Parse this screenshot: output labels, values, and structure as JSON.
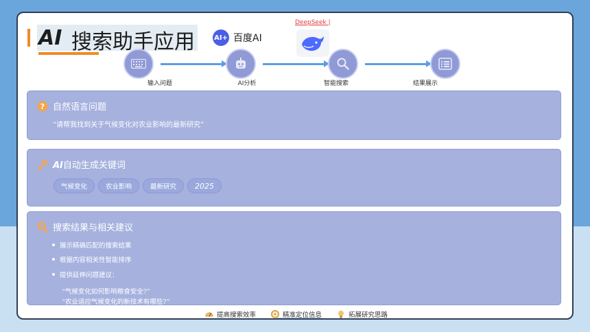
{
  "title": {
    "ai": "AI",
    "rest": "搜索助手应用"
  },
  "logos": {
    "baidu_mark": "AI+",
    "baidu_text": "百度AI",
    "deepseek_label": "DeepSeek |"
  },
  "flow": [
    {
      "label": "输入问题",
      "icon": "keyboard-icon"
    },
    {
      "label": "AI分析",
      "icon": "robot-icon"
    },
    {
      "label": "智能搜索",
      "icon": "search-icon"
    },
    {
      "label": "结果展示",
      "icon": "list-icon"
    }
  ],
  "card1": {
    "icon": "question-icon",
    "title": "自然语言问题",
    "quote": "“请帮我找到关于气候变化对农业影响的最新研究”"
  },
  "card2": {
    "icon": "key-icon",
    "title_ai": "AI",
    "title_rest": "自动生成关键词",
    "tags": [
      "气候变化",
      "农业影响",
      "最新研究",
      "2025"
    ]
  },
  "card3": {
    "icon": "magnify-icon",
    "title": "搜索结果与相关建议",
    "bullets": [
      "展示精确匹配的搜索结果",
      "根据内容相关性智能排序",
      "提供延伸问题建议："
    ],
    "suggestions": [
      "“气候变化如何影响粮食安全?”",
      "“农业适应气候变化的新技术有哪些?”"
    ]
  },
  "footer": [
    {
      "label": "提高搜索效率",
      "icon": "gauge-icon"
    },
    {
      "label": "精准定位信息",
      "icon": "target-icon"
    },
    {
      "label": "拓展研究思路",
      "icon": "bulb-icon"
    }
  ],
  "colors": {
    "accent": "#f08a24",
    "card": "#a6b1de",
    "node": "#8f9ad6",
    "arrow": "#5a9ee6"
  }
}
